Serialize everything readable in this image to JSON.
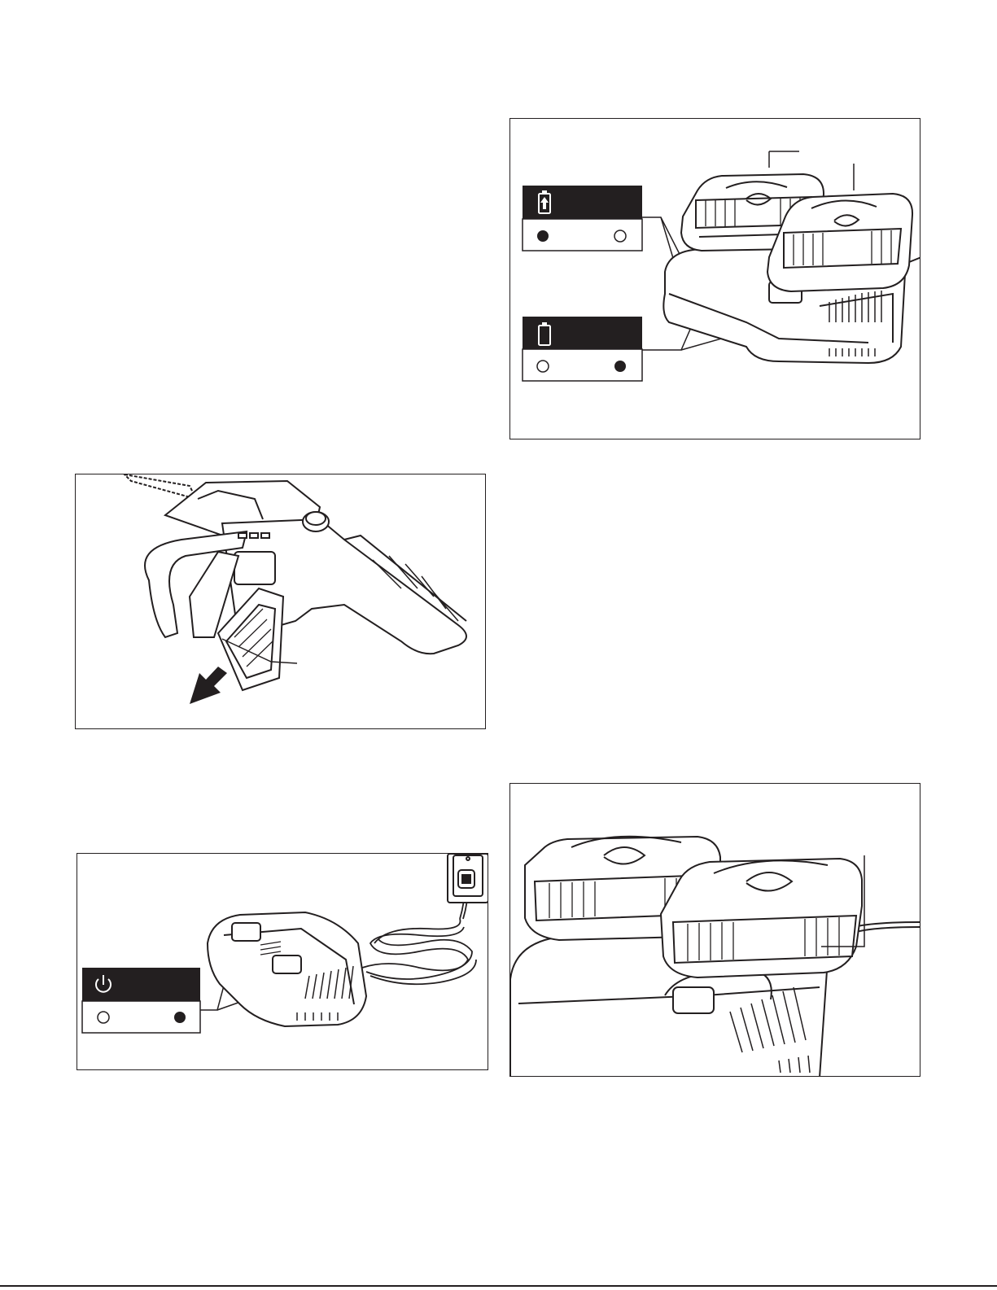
{
  "page": {
    "colors": {
      "ink": "#231f20",
      "paper": "#ffffff"
    }
  },
  "figures": [
    {
      "id": "charger-two-batteries",
      "icons": [
        "charging-battery-icon",
        "full-battery-icon"
      ],
      "indicators": [
        {
          "icon": "charging-battery-icon",
          "left_lamp": "on",
          "right_lamp": "off"
        },
        {
          "icon": "full-battery-icon",
          "left_lamp": "off",
          "right_lamp": "on"
        }
      ]
    },
    {
      "id": "chainsaw-battery-removal",
      "icons": [
        "chainsaw-icon",
        "battery-icon",
        "arrow-icon"
      ]
    },
    {
      "id": "charger-plugged-in",
      "icons": [
        "power-icon"
      ],
      "indicators": [
        {
          "icon": "power-icon",
          "left_lamp": "off",
          "right_lamp": "on"
        }
      ]
    },
    {
      "id": "charger-closeup",
      "icons": [
        "battery-icon",
        "charger-icon"
      ]
    }
  ]
}
